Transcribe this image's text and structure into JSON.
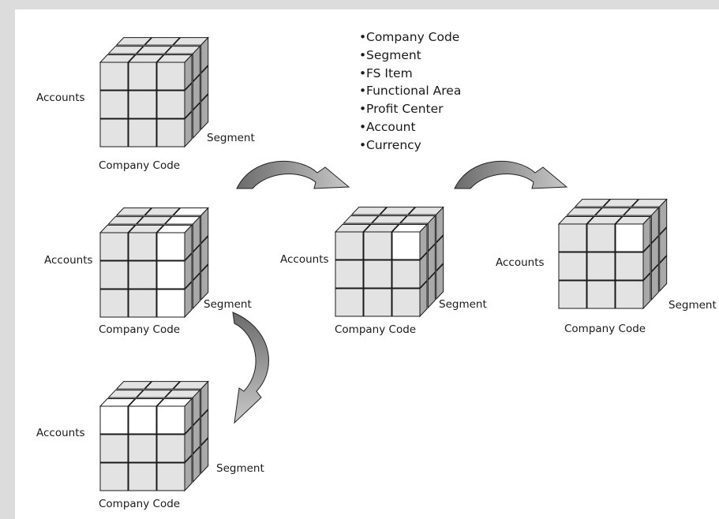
{
  "dimension_labels": {
    "rows": "Accounts",
    "depth": "Segment",
    "columns": "Company Code"
  },
  "characteristics": [
    "Company Code",
    "Segment",
    "FS Item",
    "Functional Area",
    "Profit Center",
    "Account",
    "Currency"
  ],
  "cubes": [
    {
      "id": "cube-1",
      "white_cells": []
    },
    {
      "id": "cube-2",
      "white_cells": [
        "front-right-column",
        "top-right-column"
      ]
    },
    {
      "id": "cube-3",
      "white_cells": [
        "front-top-right",
        "top-front-right"
      ]
    },
    {
      "id": "cube-4",
      "white_cells": [
        "front-top-right"
      ]
    },
    {
      "id": "cube-5",
      "white_cells": [
        "front-top-row",
        "top-front-row"
      ]
    }
  ],
  "colors": {
    "cell_gray": "#e3e3e3",
    "cell_white": "#ffffff",
    "side_gray": "#a9a9a9",
    "arrow_dark": "#6b6b6b",
    "arrow_light": "#c8c8c8"
  }
}
